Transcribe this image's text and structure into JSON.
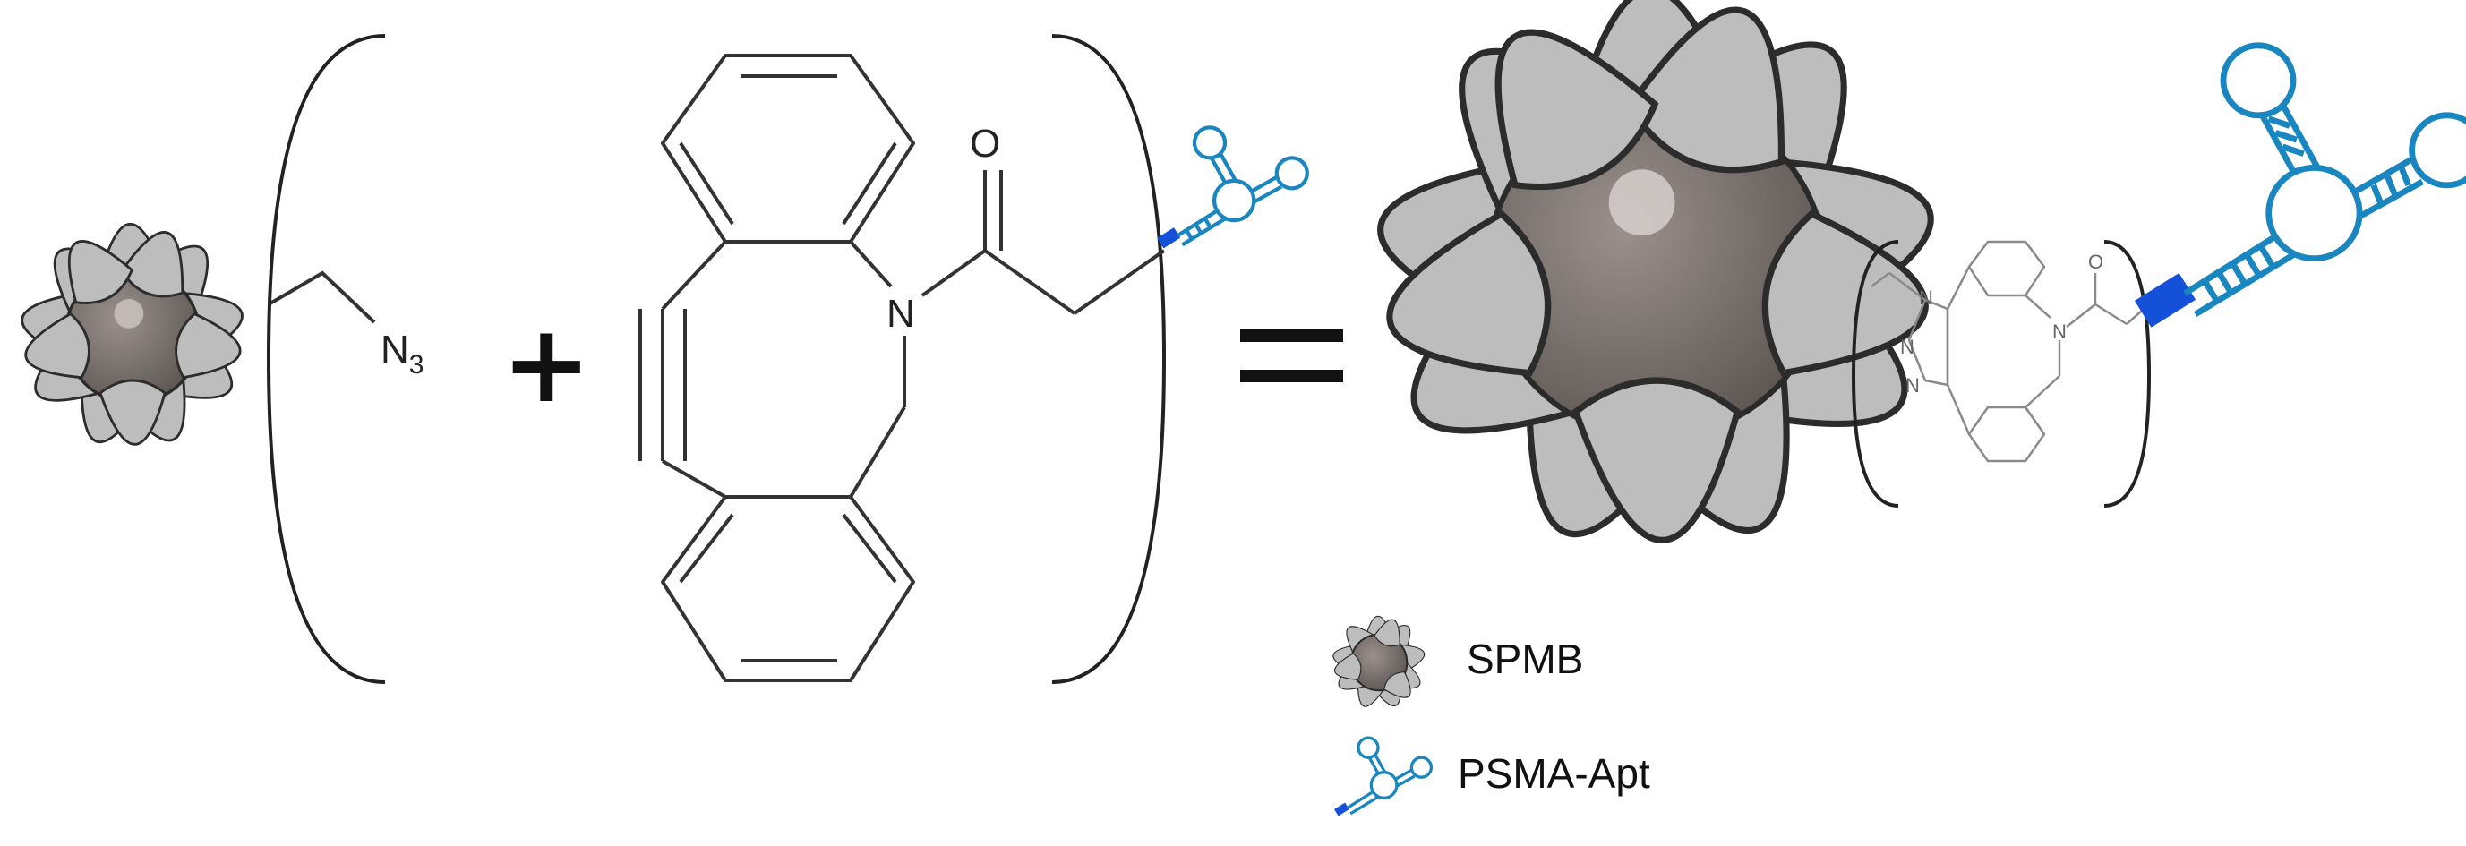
{
  "reactant1": {
    "azide_label": "N",
    "azide_subscript": "3"
  },
  "operators": {
    "plus": "+",
    "equals": "="
  },
  "reactant2": {
    "oxygen": "O",
    "nitrogen": "N"
  },
  "product": {
    "oxygen": "O",
    "nitrogen": "N",
    "triazole_atoms": [
      "N",
      "N",
      "N"
    ]
  },
  "legend": [
    {
      "label": "SPMB",
      "icon": "nanoparticle-icon"
    },
    {
      "label": "PSMA-Apt",
      "icon": "aptamer-icon"
    }
  ],
  "colors": {
    "particle_core": "#7d7470",
    "particle_spike": "#b9b9b9",
    "aptamer_stroke": "#1a86c0",
    "aptamer_anchor": "#1450d8",
    "bond": "#333333",
    "product_bond": "#8a8a8a"
  }
}
